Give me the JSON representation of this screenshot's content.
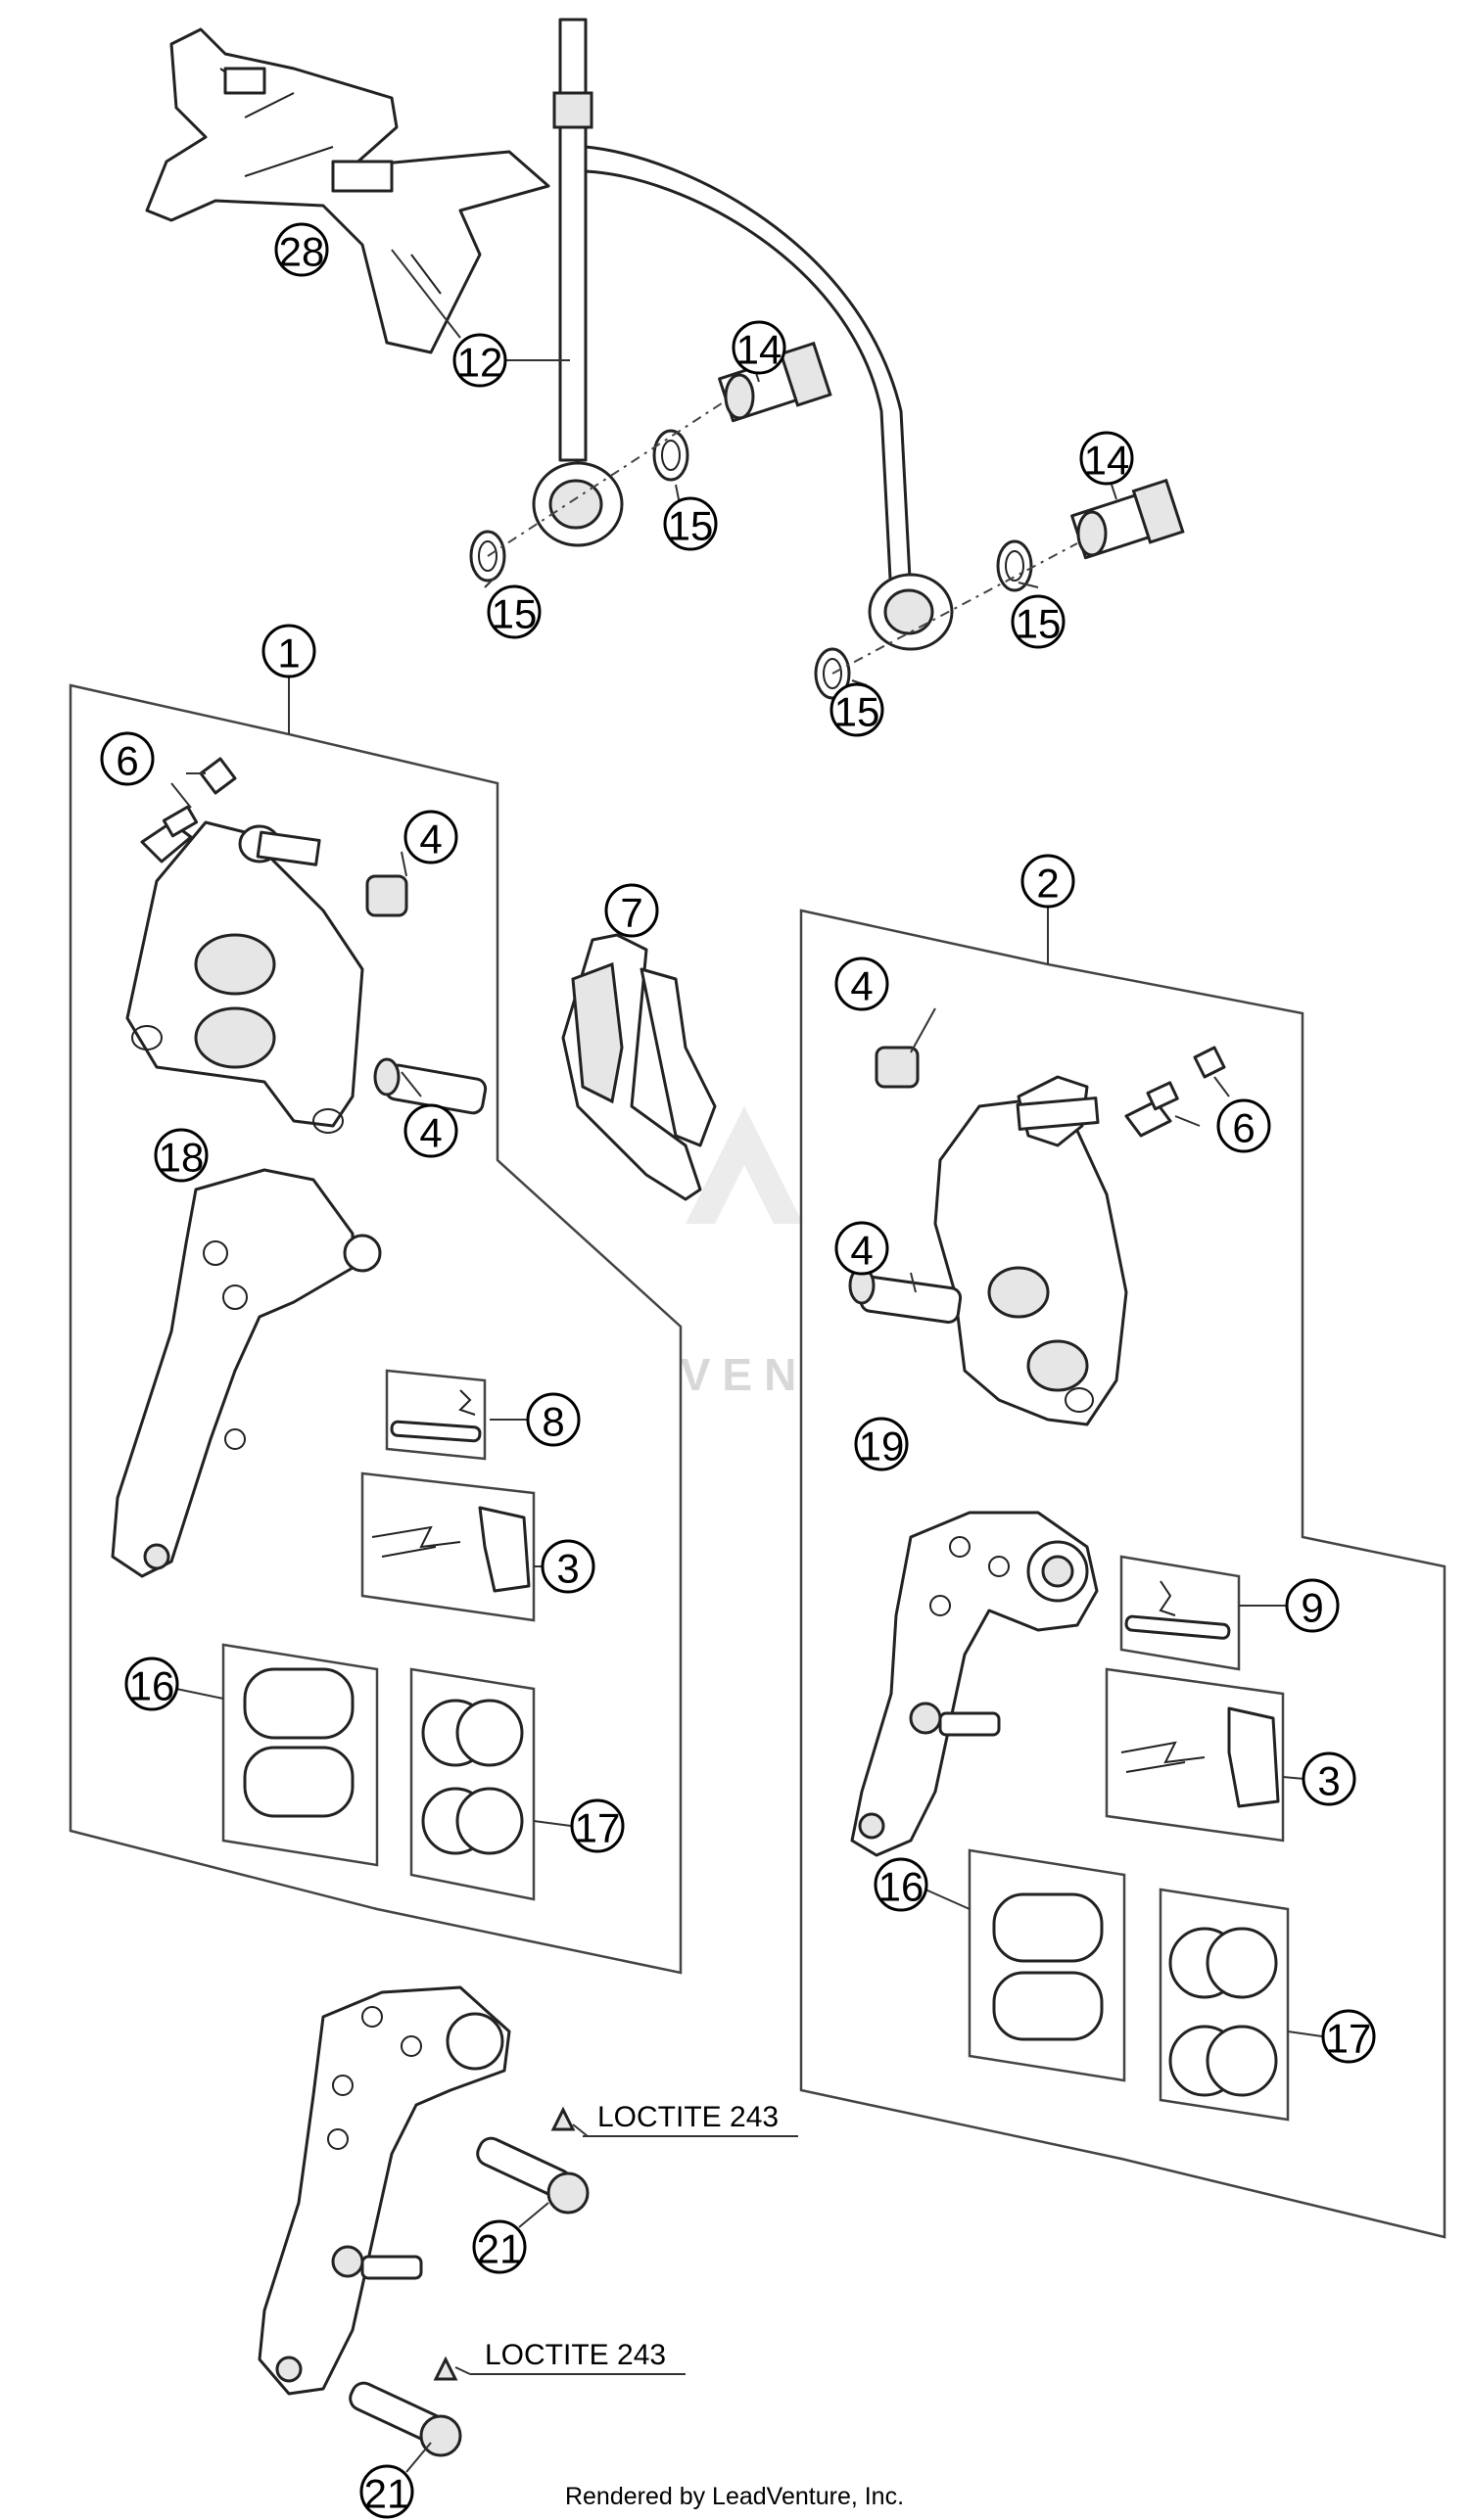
{
  "callouts": {
    "c1": "1",
    "c2": "2",
    "c3a": "3",
    "c3b": "3",
    "c4a": "4",
    "c4b": "4",
    "c4c": "4",
    "c6a": "6",
    "c6b": "6",
    "c7": "7",
    "c8": "8",
    "c9": "9",
    "c12": "12",
    "c14a": "14",
    "c14b": "14",
    "c15a": "15",
    "c15b": "15",
    "c15c": "15",
    "c15d": "15",
    "c16a": "16",
    "c16b": "16",
    "c17a": "17",
    "c17b": "17",
    "c18": "18",
    "c19": "19",
    "c21a": "21",
    "c21b": "21",
    "c28": "28"
  },
  "notes": {
    "loctite_1": "LOCTITE 243",
    "loctite_2": "LOCTITE 243"
  },
  "watermark": "LEADVENTURE",
  "footer": "Rendered by LeadVenture, Inc."
}
